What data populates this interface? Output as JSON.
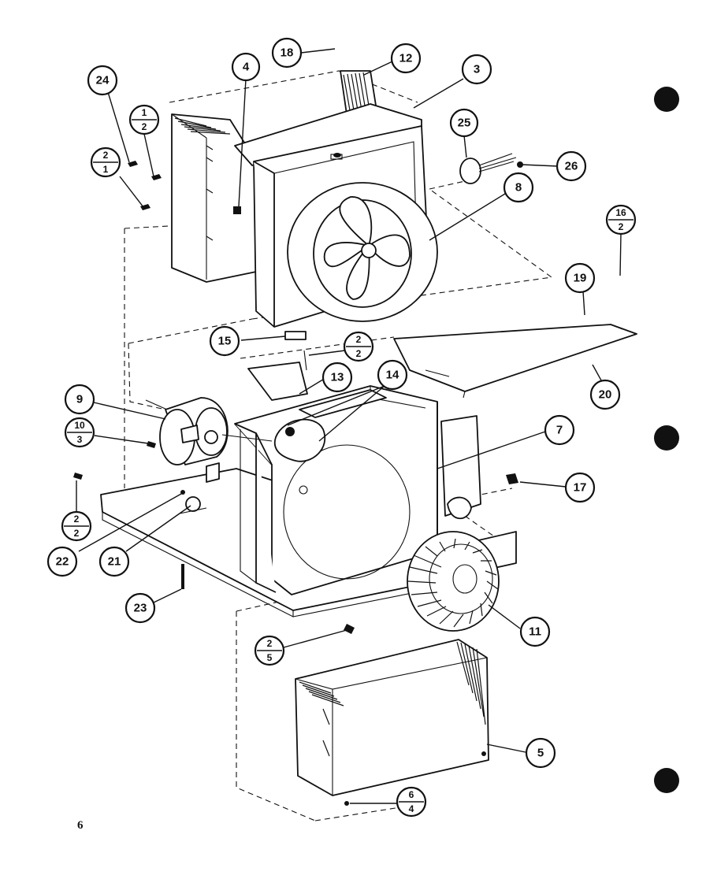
{
  "page_number": "6",
  "colors": {
    "ink": "#111111",
    "paper": "#ffffff"
  },
  "callouts": [
    {
      "id": "c18",
      "label": "18"
    },
    {
      "id": "c12",
      "label": "12"
    },
    {
      "id": "c4",
      "label": "4"
    },
    {
      "id": "c3",
      "label": "3"
    },
    {
      "id": "c24",
      "label": "24"
    },
    {
      "id": "c25",
      "label": "25"
    },
    {
      "id": "c26",
      "label": "26"
    },
    {
      "id": "c8",
      "label": "8"
    },
    {
      "id": "c19",
      "label": "19"
    },
    {
      "id": "c15",
      "label": "15"
    },
    {
      "id": "c14",
      "label": "14"
    },
    {
      "id": "c13",
      "label": "13"
    },
    {
      "id": "c9",
      "label": "9"
    },
    {
      "id": "c7",
      "label": "7"
    },
    {
      "id": "c20",
      "label": "20"
    },
    {
      "id": "c17",
      "label": "17"
    },
    {
      "id": "c22",
      "label": "22"
    },
    {
      "id": "c21",
      "label": "21"
    },
    {
      "id": "c23",
      "label": "23"
    },
    {
      "id": "c11",
      "label": "11"
    },
    {
      "id": "c5",
      "label": "5"
    }
  ],
  "fraction_callouts": [
    {
      "id": "f1_2",
      "top": "1",
      "bottom": "2"
    },
    {
      "id": "f2_1",
      "top": "2",
      "bottom": "1"
    },
    {
      "id": "f16_2",
      "top": "16",
      "bottom": "2"
    },
    {
      "id": "f2_2a",
      "top": "2",
      "bottom": "2"
    },
    {
      "id": "f10_3",
      "top": "10",
      "bottom": "3"
    },
    {
      "id": "f2_2b",
      "top": "2",
      "bottom": "2"
    },
    {
      "id": "f2_5",
      "top": "2",
      "bottom": "5"
    },
    {
      "id": "f6_4",
      "top": "6",
      "bottom": "4"
    }
  ]
}
